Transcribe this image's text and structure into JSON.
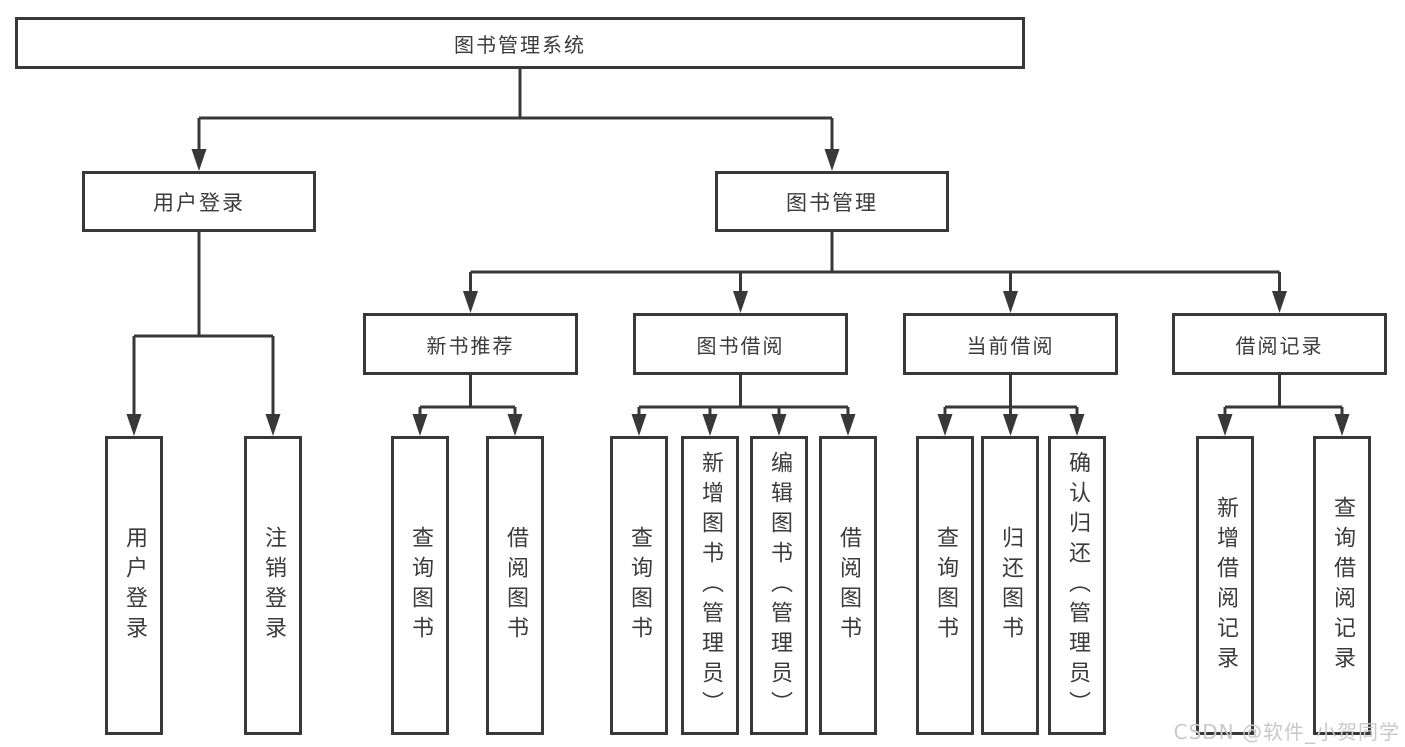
{
  "diagram": {
    "root_label": "图书管理系统",
    "branches": [
      {
        "label": "用户登录",
        "children": [
          {
            "label": "用户登录"
          },
          {
            "label": "注销登录"
          }
        ]
      },
      {
        "label": "图书管理",
        "groups": [
          {
            "label": "新书推荐",
            "children": [
              {
                "label": "查询图书"
              },
              {
                "label": "借阅图书"
              }
            ]
          },
          {
            "label": "图书借阅",
            "children": [
              {
                "label": "查询图书"
              },
              {
                "label": "新增图书（管理员）"
              },
              {
                "label": "编辑图书（管理员）"
              },
              {
                "label": "借阅图书"
              }
            ]
          },
          {
            "label": "当前借阅",
            "children": [
              {
                "label": "查询图书"
              },
              {
                "label": "归还图书"
              },
              {
                "label": "确认归还（管理员）"
              }
            ]
          },
          {
            "label": "借阅记录",
            "children": [
              {
                "label": "新增借阅记录"
              },
              {
                "label": "查询借阅记录"
              }
            ]
          }
        ]
      }
    ]
  },
  "watermark": {
    "text": "CSDN @软件_小贺同学"
  },
  "colors": {
    "line": "#383838",
    "box_border": "#383838",
    "text": "#3b3b3b",
    "watermark": "#c9c9c9"
  }
}
